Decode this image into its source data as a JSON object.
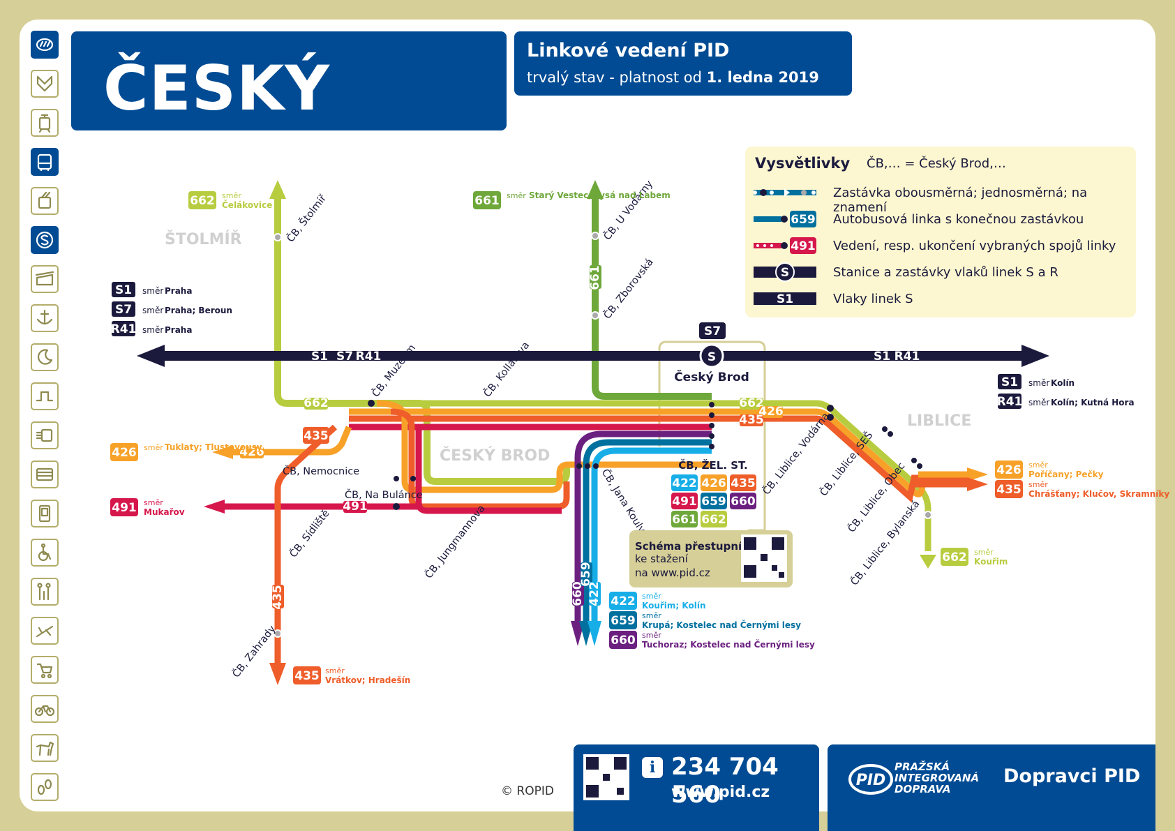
{
  "title": "ČESKÝ BROD",
  "header": {
    "heading": "Linkové vedení PID",
    "sub_prefix": "trvalý stav - platnost od ",
    "sub_date": "1. ledna 2019"
  },
  "sidebar": [
    {
      "name": "pid-logo-icon",
      "active": true
    },
    {
      "name": "metro-icon",
      "active": false
    },
    {
      "name": "tram-icon",
      "active": false
    },
    {
      "name": "bus-icon",
      "active": true
    },
    {
      "name": "trolleybus-icon",
      "active": false
    },
    {
      "name": "train-s-icon",
      "active": true
    },
    {
      "name": "cable-car-icon",
      "active": false
    },
    {
      "name": "ferry-icon",
      "active": false
    },
    {
      "name": "night-icon",
      "active": false
    },
    {
      "name": "on-request-icon",
      "active": false
    },
    {
      "name": "ticket-machine-icon",
      "active": false
    },
    {
      "name": "card-icon",
      "active": false
    },
    {
      "name": "phone-app-icon",
      "active": false
    },
    {
      "name": "wheelchair-icon",
      "active": false
    },
    {
      "name": "family-icon",
      "active": false
    },
    {
      "name": "airport-icon",
      "active": false
    },
    {
      "name": "stroller-icon",
      "active": false
    },
    {
      "name": "bicycle-icon",
      "active": false
    },
    {
      "name": "dog-icon",
      "active": false
    },
    {
      "name": "walking-icon",
      "active": false
    }
  ],
  "legend": {
    "title": "Vysvětlivky",
    "abbr": "ČB,… = Český Brod,…",
    "rows": [
      "Zastávka obousměrná; jednosměrná; na znamení",
      "Autobusová linka s konečnou zastávkou",
      "Vedení, resp. ukončení vybraných spojů linky",
      "Stanice a zastávky vlaků linek S a R",
      "Vlaky linek S"
    ],
    "badges": {
      "line_end": "659",
      "selected": "491",
      "train": "S1"
    }
  },
  "colors": {
    "navy": "#1b1a3d",
    "blue": "#004b93",
    "c662": "#b8cc3f",
    "c661": "#6ea73a",
    "c426": "#f7a128",
    "c435": "#ee5d2a",
    "c491": "#d6174c",
    "c422": "#17aee8",
    "c659": "#00709f",
    "c660": "#6b2080"
  },
  "map": {
    "areas": [
      "ŠTOLMÍŘ",
      "ČESKÝ BROD",
      "LIBLICE"
    ],
    "station": {
      "name": "Český Brod",
      "line": "S7"
    },
    "hub": {
      "name": "ČB, ŽEL. ST.",
      "lines": [
        "422",
        "426",
        "435",
        "491",
        "659",
        "660",
        "661",
        "662"
      ]
    },
    "rail_labels": [
      "S1",
      "S7",
      "R41",
      "S1",
      "R41"
    ],
    "stops": [
      "ČB, Štolmíř",
      "ČB, U Vodárny",
      "ČB, Zborovská",
      "ČB, Muzeum",
      "ČB, Kollárova",
      "ČB, Nemocnice",
      "ČB, Na Bulánce",
      "ČB, Sídliště",
      "ČB, Jungmannova",
      "ČB, Jana Kouly",
      "ČB, Zahrady",
      "ČB, Liblice, Vodárna",
      "ČB, Liblice, SEŠ",
      "ČB, Liblice, Obec",
      "ČB, Liblice, Bylanská"
    ],
    "directions": {
      "d662n": {
        "line": "662",
        "smer": "směr",
        "to": "Čelákovice"
      },
      "d661": {
        "line": "661",
        "smer": "směr",
        "to": "Starý Vestec; Lysá nad Labem"
      },
      "d426w": {
        "line": "426",
        "smer": "směr",
        "to": "Tuklaty; Tlustovousy"
      },
      "d491": {
        "line": "491",
        "smer": "směr",
        "to": "Mukařov"
      },
      "d435s": {
        "line": "435",
        "smer": "směr",
        "to": "Vrátkov; Hradešín"
      },
      "d422": {
        "line": "422",
        "smer": "směr",
        "to": "Kouřim; Kolín"
      },
      "d659": {
        "line": "659",
        "smer": "směr",
        "to": "Krupá; Kostelec nad Černými lesy"
      },
      "d660": {
        "line": "660",
        "smer": "směr",
        "to": "Tuchoraz; Kostelec nad Černými lesy"
      },
      "d426e": {
        "line": "426",
        "smer": "směr",
        "to": "Poříčany; Pečky"
      },
      "d435e": {
        "line": "435",
        "smer": "směr",
        "to": "Chrášťany; Klučov, Skramníky"
      },
      "d662s": {
        "line": "662",
        "smer": "směr",
        "to": "Kouřim"
      }
    },
    "rail_west": [
      {
        "line": "S1",
        "smer": "směr",
        "to": "Praha"
      },
      {
        "line": "S7",
        "smer": "směr",
        "to": "Praha; Beroun"
      },
      {
        "line": "R41",
        "smer": "směr",
        "to": "Praha"
      }
    ],
    "rail_east": [
      {
        "line": "S1",
        "smer": "směr",
        "to": "Kolín"
      },
      {
        "line": "R41",
        "smer": "směr",
        "to": "Kolín; Kutná Hora"
      }
    ],
    "transfer_box": {
      "bold": "Schéma přestupního uzlu",
      "rest": " ke stažení",
      "url": "na www.pid.cz"
    },
    "line_labels": [
      "662",
      "426",
      "491",
      "435",
      "661",
      "662",
      "426",
      "435",
      "660",
      "659",
      "422"
    ]
  },
  "footer": {
    "copyright": "© ROPID",
    "phone": "234 704 560",
    "web": "www.pid.cz",
    "brand_lines": [
      "PRAŽSKÁ",
      "INTEGROVANÁ",
      "DOPRAVA"
    ],
    "carriers": "Dopravci PID"
  }
}
